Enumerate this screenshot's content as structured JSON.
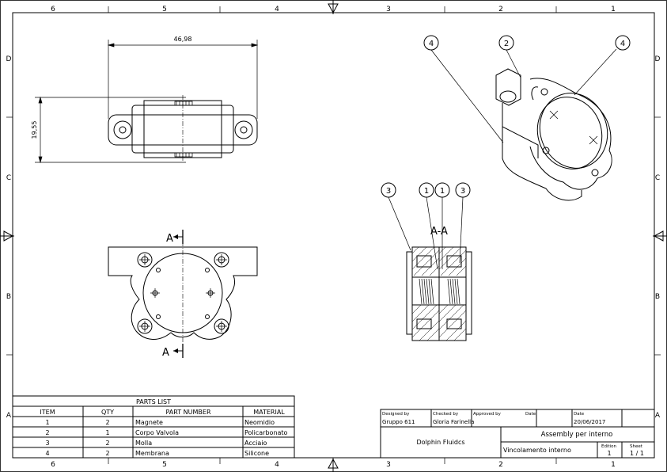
{
  "border": {
    "top_zones": [
      "6",
      "5",
      "4",
      "3",
      "2",
      "1"
    ],
    "bottom_zones": [
      "6",
      "5",
      "4",
      "3",
      "2",
      "1"
    ],
    "left_zones": [
      "D",
      "C",
      "B",
      "A"
    ],
    "right_zones": [
      "D",
      "C",
      "B",
      "A"
    ]
  },
  "dimensions": {
    "width": "46,98",
    "height": "19,55"
  },
  "section": {
    "view_label": "A-A",
    "cut_label_top": "A",
    "cut_label_bottom": "A"
  },
  "balloons": {
    "iso_left": "4",
    "iso_mid": "2",
    "iso_right": "4",
    "sec_1": "3",
    "sec_2": "1",
    "sec_3": "1",
    "sec_4": "3"
  },
  "parts_list": {
    "title": "PARTS LIST",
    "headers": [
      "ITEM",
      "QTY",
      "PART NUMBER",
      "MATERIAL"
    ],
    "rows": [
      {
        "item": "1",
        "qty": "2",
        "part": "Magnete",
        "material": "Neomidio"
      },
      {
        "item": "2",
        "qty": "1",
        "part": "Corpo Valvola",
        "material": "Policarbonato"
      },
      {
        "item": "3",
        "qty": "2",
        "part": "Molla",
        "material": "Acciaio"
      },
      {
        "item": "4",
        "qty": "2",
        "part": "Membrana",
        "material": "Silicone"
      }
    ]
  },
  "title_block": {
    "designed_by_label": "Designed by",
    "designed_by": "Gruppo 611",
    "checked_by_label": "Checked by",
    "checked_by": "Gloria Farinella",
    "approved_by_label": "Approved by",
    "date_label_1": "Date",
    "date_label_2": "Date",
    "date": "20/06/2017",
    "company": "Dolphin Fluidcs",
    "title": "Assembly per interno",
    "subtitle": "Vincolamento interno",
    "edition_label": "Edition",
    "edition": "1",
    "sheet_label": "Sheet",
    "sheet": "1 / 1"
  }
}
